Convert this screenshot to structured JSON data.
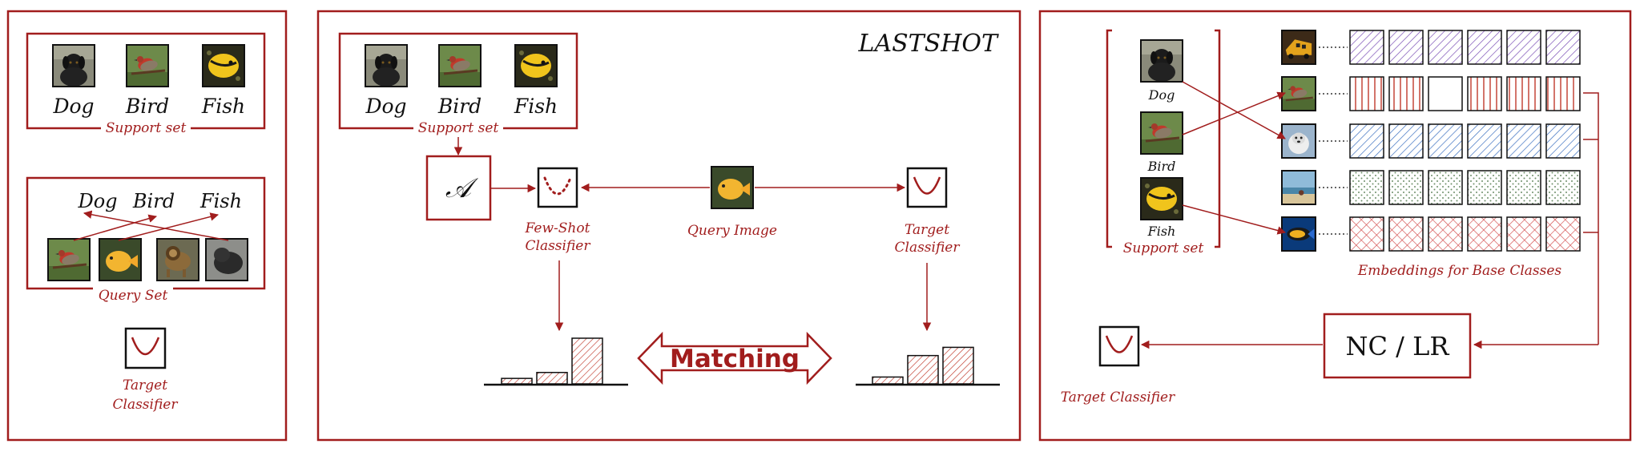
{
  "colors": {
    "accent": "#a11d1d",
    "hatch_purple": "#7a4fb5",
    "hatch_red": "#c0392b",
    "hatch_blue": "#3a6fc0",
    "hatch_green": "#6e8f6a",
    "hatch_rose": "#d24a4a"
  },
  "left_panel": {
    "support_classes": [
      "Dog",
      "Bird",
      "Fish"
    ],
    "support_caption": "Support set",
    "query_labels": [
      "Dog",
      "Bird",
      "Fish"
    ],
    "query_caption": "Query Set",
    "target_caption_line1": "Target",
    "target_caption_line2": "Classifier"
  },
  "middle_panel": {
    "title": "LASTSHOT",
    "support_classes": [
      "Dog",
      "Bird",
      "Fish"
    ],
    "support_caption": "Support set",
    "algorithm_symbol": "𝒜",
    "fewshot_line1": "Few-Shot",
    "fewshot_line2": "Classifier",
    "query_image_label": "Query Image",
    "target_line1": "Target",
    "target_line2": "Classifier",
    "matching_label": "Matching",
    "fewshot_bar_values": [
      0.12,
      0.25,
      1.0
    ],
    "target_bar_values": [
      0.15,
      0.62,
      0.8
    ]
  },
  "right_panel": {
    "support_classes": [
      "Dog",
      "Bird",
      "Fish"
    ],
    "support_caption": "Support set",
    "embeddings_caption": "Embeddings for Base Classes",
    "ncl_label": "NC / LR",
    "target_caption": "Target Classifier",
    "base_classes": [
      {
        "thumb": "bus-icon",
        "pattern": "purple"
      },
      {
        "thumb": "bird-icon",
        "pattern": "vertical-red"
      },
      {
        "thumb": "dog-icon",
        "pattern": "blue"
      },
      {
        "thumb": "beach-icon",
        "pattern": "green"
      },
      {
        "thumb": "fish-icon",
        "pattern": "rose"
      }
    ]
  }
}
